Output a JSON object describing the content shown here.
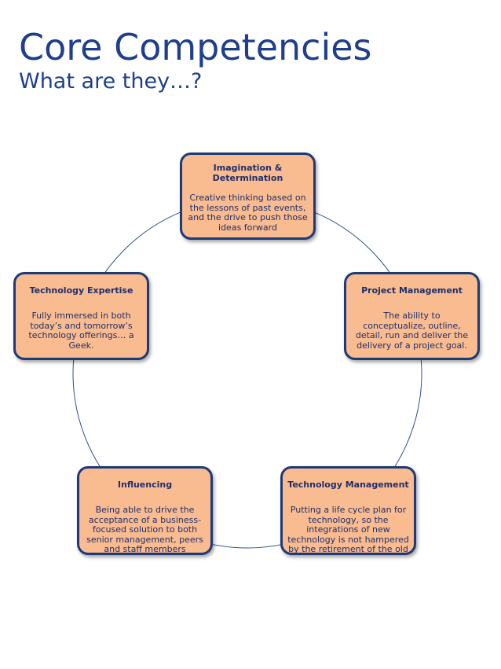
{
  "page": {
    "title": "Core Competencies",
    "subtitle": "What are they…?"
  },
  "colors": {
    "title": "#1f3f8c",
    "node_fill": "#f9bb90",
    "node_border": "#1e3a78",
    "node_text": "#1f2f6a",
    "ring": "#2f4f8f"
  },
  "cycle": {
    "nodes": [
      {
        "id": "imagination",
        "heading": "Imagination &\nDetermination",
        "text": "Creative thinking based on the lessons of past events, and the drive to push those ideas forward"
      },
      {
        "id": "project",
        "heading": "Project Management",
        "text": "The ability to conceptualize, outline, detail, run and deliver the delivery of a project goal."
      },
      {
        "id": "techmgmt",
        "heading": "Technology Management",
        "text": "Putting a life cycle plan for technology, so the integrations of new technology is not hampered by the retirement of the old"
      },
      {
        "id": "influencing",
        "heading": "Influencing",
        "text": "Being able to drive the acceptance of a business-focused solution to both senior management, peers and staff members"
      },
      {
        "id": "expertise",
        "heading": "Technology Expertise",
        "text": "Fully immersed in both today’s and tomorrow’s technology offerings… a Geek."
      }
    ]
  }
}
